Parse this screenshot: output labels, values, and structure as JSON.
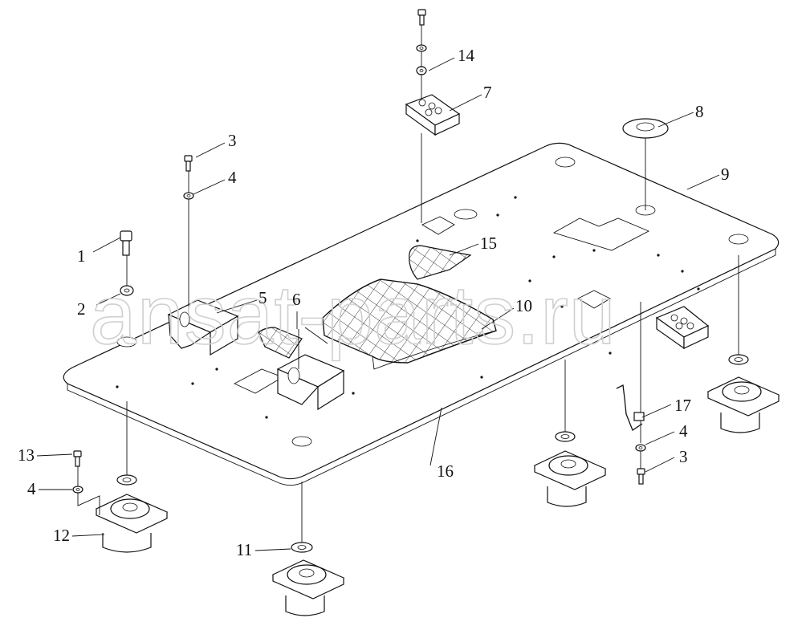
{
  "watermark": "ansat-parts.ru",
  "callouts": [
    "1",
    "2",
    "3",
    "4",
    "5",
    "6",
    "10",
    "7",
    "8",
    "9",
    "11",
    "12",
    "13",
    "4",
    "14",
    "15",
    "16",
    "17",
    "4",
    "3"
  ],
  "part_icons": {
    "plate": "mounting-plate",
    "mount": "vibration-isolator-mount",
    "bolt": "bolt",
    "washer": "washer"
  },
  "colors": {
    "line": "#111111",
    "watermark": "#cfcfcf",
    "background": "#ffffff"
  }
}
